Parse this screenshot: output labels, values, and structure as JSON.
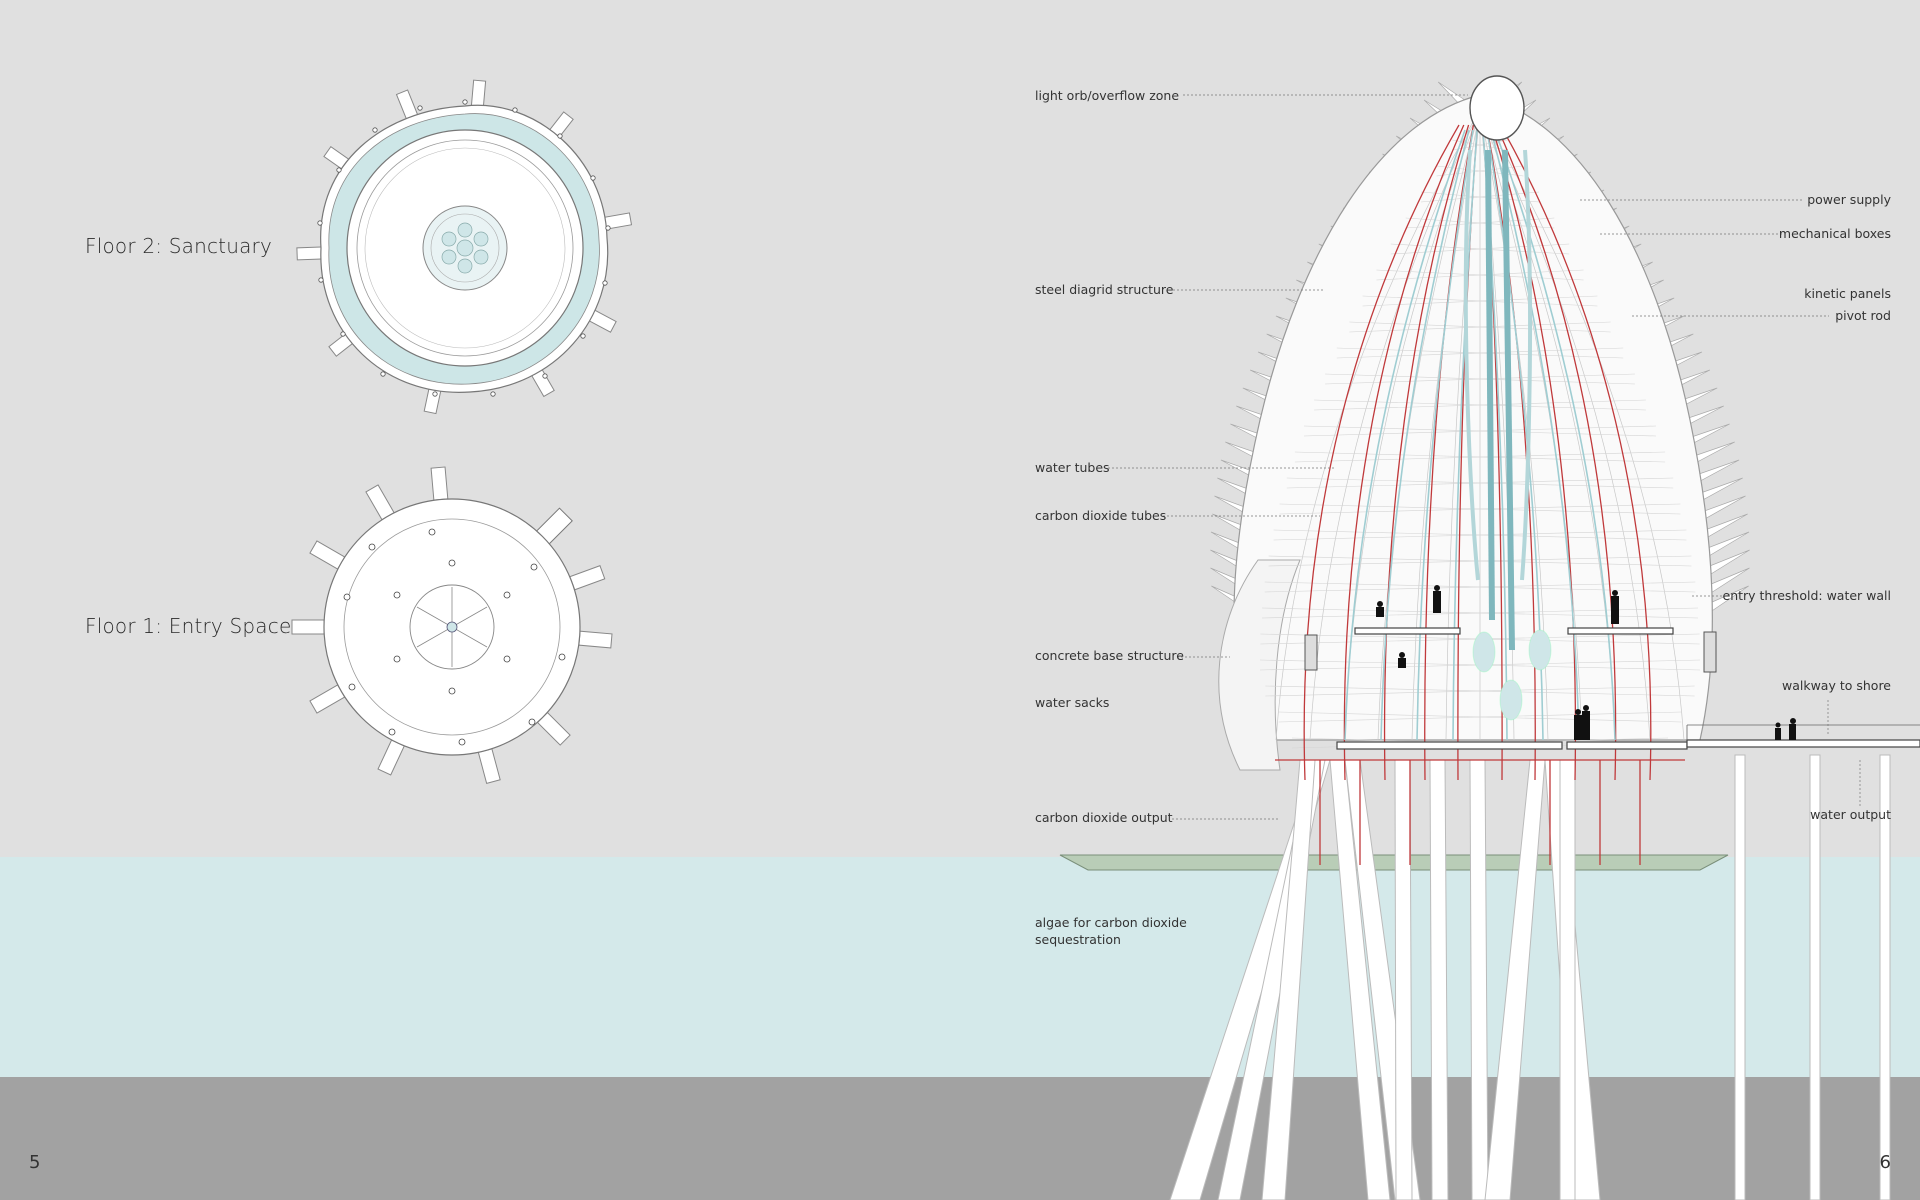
{
  "page_numbers": {
    "left": "5",
    "right": "6"
  },
  "floor_plans": [
    {
      "id": "floor2",
      "label": "Floor 2: Sanctuary"
    },
    {
      "id": "floor1",
      "label": "Floor 1: Entry Space"
    }
  ],
  "callouts_left": [
    {
      "id": "light-orb",
      "text": "light orb/overflow zone"
    },
    {
      "id": "steel-diagrid",
      "text": "steel diagrid structure"
    },
    {
      "id": "water-tubes",
      "text": "water tubes"
    },
    {
      "id": "co2-tubes",
      "text": "carbon dioxide tubes"
    },
    {
      "id": "concrete-base",
      "text": "concrete base structure"
    },
    {
      "id": "water-sacks",
      "text": "water sacks"
    },
    {
      "id": "co2-output",
      "text": "carbon dioxide output"
    },
    {
      "id": "algae-1",
      "text": "algae for carbon dioxide"
    },
    {
      "id": "algae-2",
      "text": "sequestration"
    }
  ],
  "callouts_right": [
    {
      "id": "power-supply",
      "text": "power supply"
    },
    {
      "id": "mechanical-boxes",
      "text": "mechanical boxes"
    },
    {
      "id": "kinetic-panels",
      "text": "kinetic panels"
    },
    {
      "id": "pivot-rod",
      "text": "pivot rod"
    },
    {
      "id": "entry-threshold",
      "text": "entry threshold: water wall"
    },
    {
      "id": "walkway",
      "text": "walkway to shore"
    },
    {
      "id": "water-output",
      "text": "water output"
    }
  ],
  "colors": {
    "background": "#e0e0e0",
    "water": "#d4e9ea",
    "ground": "#a2a2a2",
    "structure": "#ffffff",
    "line": "#8a8a8a",
    "co2_tube": "#c0393b",
    "water_tube": "#9fcdd2",
    "algae": "#b9cdb7"
  }
}
